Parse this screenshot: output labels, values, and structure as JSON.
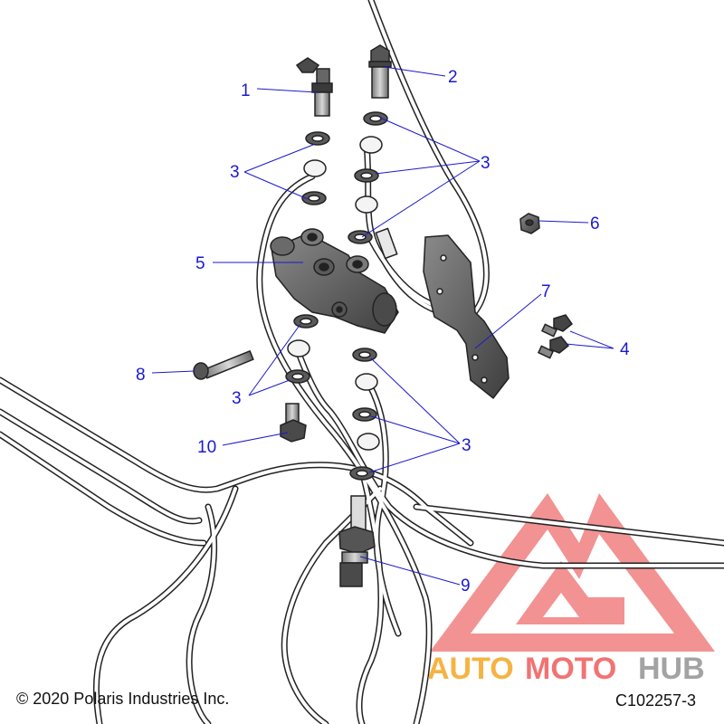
{
  "callouts": {
    "c1": "1",
    "c2": "2",
    "c3a": "3",
    "c3b": "3",
    "c3c": "3",
    "c3d": "3",
    "c4": "4",
    "c5": "5",
    "c6": "6",
    "c7": "7",
    "c8": "8",
    "c9": "9",
    "c10": "10"
  },
  "footer": {
    "copyright": "© 2020 Polaris Industries Inc.",
    "figure_code": "C102257-3"
  },
  "watermark": {
    "word_auto": "AUTO",
    "word_moto": "MOTO",
    "word_hub": "HUB"
  },
  "colors": {
    "callout": "#1a1acc",
    "outline": "#222222",
    "part_dark": "#5c5c5c",
    "part_light": "#cfcfcf",
    "watermark_red": "#ef5b5b",
    "watermark_orange": "#f5a623",
    "watermark_gray": "#9a9a9a"
  }
}
